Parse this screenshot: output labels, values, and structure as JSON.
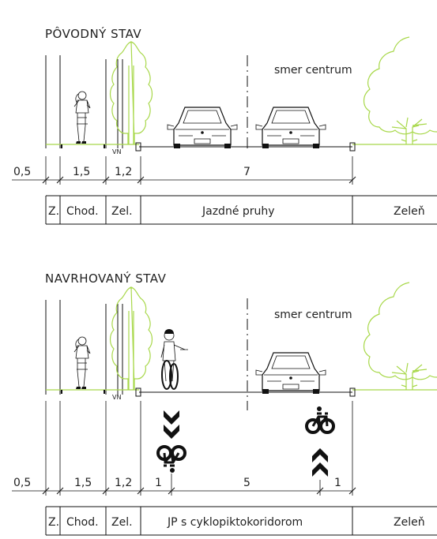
{
  "sections": [
    {
      "title": "PÔVODNÝ STAV",
      "direction": "smer centrum",
      "vn": "VN",
      "dimensions": [
        "0,5",
        "1,5",
        "1,2",
        "7"
      ],
      "zones": [
        "Z.",
        "Chod.",
        "Zel.",
        "Jazdné pruhy",
        "Zeleň"
      ]
    },
    {
      "title": "NAVRHOVANÝ STAV",
      "direction": "smer centrum",
      "vn": "VN",
      "dimensions": [
        "0,5",
        "1,5",
        "1,2",
        "1",
        "5",
        "1"
      ],
      "zones": [
        "Z.",
        "Chod.",
        "Zel.",
        "JP s cyklopiktokoridorom",
        "Zeleň"
      ]
    }
  ],
  "colors": {
    "greenery": "#a8d84a",
    "lines": "#111111"
  }
}
